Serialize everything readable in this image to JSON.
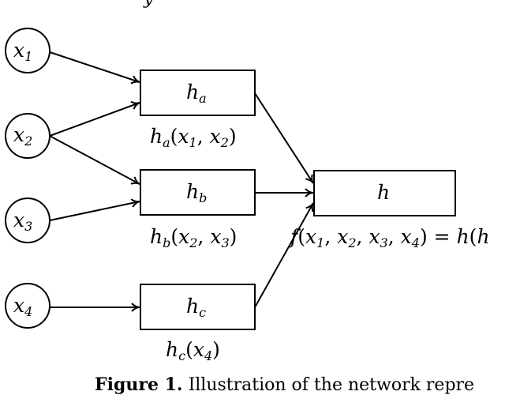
{
  "inputs": [
    {
      "var": "x",
      "sub": "1"
    },
    {
      "var": "x",
      "sub": "2"
    },
    {
      "var": "x",
      "sub": "3"
    },
    {
      "var": "x",
      "sub": "4"
    }
  ],
  "hidden": [
    {
      "var": "h",
      "sub": "a"
    },
    {
      "var": "h",
      "sub": "b"
    },
    {
      "var": "h",
      "sub": "c"
    }
  ],
  "output": {
    "var": "h"
  },
  "hidden_labels": {
    "ha": "h_a(x_1, x_2)",
    "hb": "h_b(x_2, x_3)",
    "hc": "h_c(x_4)"
  },
  "output_label": "f(x_1, x_2, x_3, x_4) = h(h",
  "caption": {
    "bold": "Figure 1.",
    "text": "Illustration of the network repre"
  },
  "top_fragment": "y"
}
